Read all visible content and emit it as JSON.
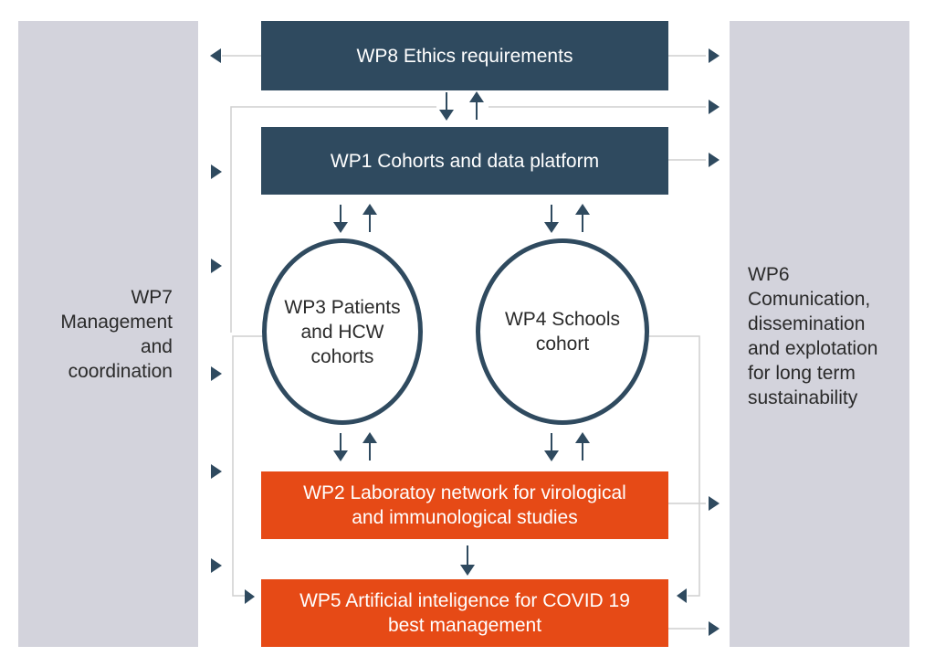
{
  "left_panel": {
    "lines": [
      "WP7",
      "Management",
      "and",
      "coordination"
    ]
  },
  "right_panel": {
    "lines": [
      "WP6",
      "Comunication,",
      "dissemination",
      "and explotation",
      "for long term",
      "sustainability"
    ]
  },
  "wp8": {
    "label": "WP8 Ethics requirements"
  },
  "wp1": {
    "label": "WP1 Cohorts and data platform"
  },
  "wp3": {
    "lines": [
      "WP3 Patients",
      "and HCW",
      "cohorts"
    ]
  },
  "wp4": {
    "lines": [
      "WP4 Schools",
      "cohort"
    ]
  },
  "wp2": {
    "lines": [
      "WP2 Laboratoy network for virological",
      "and immunological studies"
    ]
  },
  "wp5": {
    "lines": [
      "WP5 Artificial inteligence for COVID 19",
      "best management"
    ]
  },
  "colors": {
    "navy": "#2f4a5f",
    "orange": "#e64a16",
    "panel": "#d3d3dc",
    "connector": "#cfcfcf"
  }
}
